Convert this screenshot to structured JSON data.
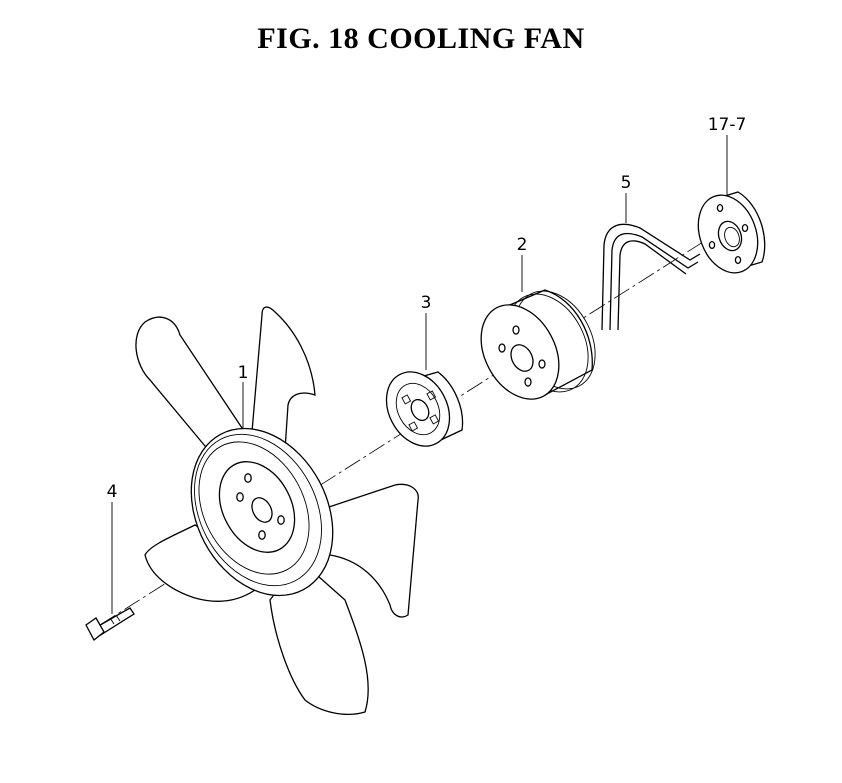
{
  "figure": {
    "title": "FIG. 18  COOLING FAN",
    "callouts": {
      "fan": "1",
      "pulley": "2",
      "spacer": "3",
      "bolt": "4",
      "belt": "5",
      "flange": "17-7"
    }
  }
}
